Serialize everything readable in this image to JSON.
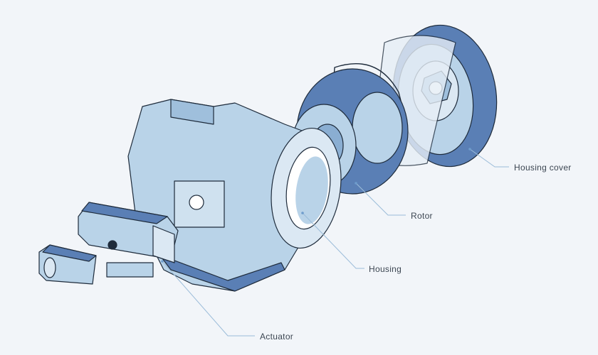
{
  "labels": {
    "housing_cover": "Housing cover",
    "rotor": "Rotor",
    "housing": "Housing",
    "actuator": "Actuator"
  },
  "colors": {
    "background": "#f2f5f9",
    "part_light": "#b9d3e8",
    "part_dark": "#5a7fb5",
    "outline": "#1e2b3b",
    "leader": "#9bbcd9"
  }
}
